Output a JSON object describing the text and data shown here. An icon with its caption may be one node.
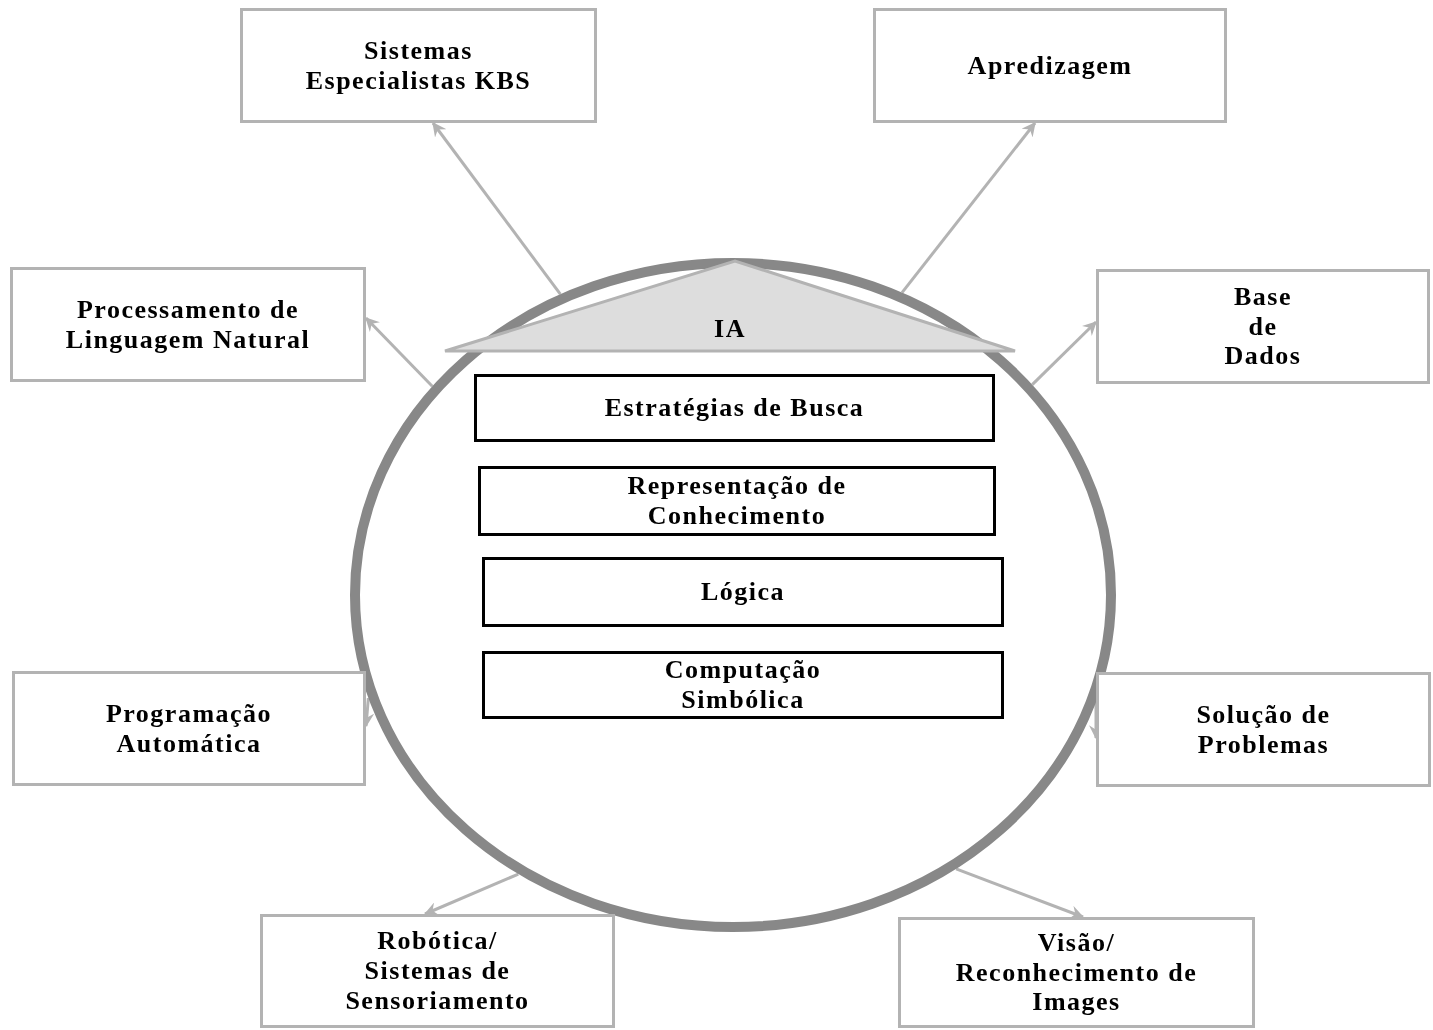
{
  "diagram": {
    "nodes": [
      {
        "text": [
          "Sistemas Especialistas KBS"
        ]
      },
      {
        "text": [
          "Apredizagem"
        ]
      },
      {
        "text": [
          "Processamento de Linguagem Natural"
        ]
      },
      {
        "text": [
          "Base de Dados"
        ]
      },
      {
        "text": [],
        "shape": "circle"
      },
      {
        "text": [
          "IA"
        ],
        "in": 4
      },
      {
        "text": [
          "Estratégias de Busca"
        ],
        "in": 4
      },
      {
        "text": [
          "Representação de Conhecimento"
        ],
        "in": 4
      },
      {
        "text": [
          "Lógica"
        ],
        "in": 4
      },
      {
        "text": [
          "Computação Simbólica"
        ],
        "in": 4
      },
      {
        "text": [
          "Programação Automática"
        ]
      },
      {
        "text": [
          "Solução de Problemas"
        ]
      },
      {
        "text": [
          "Robótica/ Sistemas de Sensoriamento"
        ]
      },
      {
        "text": [
          "Visão/ Reconhecimento de Images"
        ]
      }
    ],
    "edges": [
      {
        "from": 4,
        "to": 0,
        "arrow": "to"
      },
      {
        "from": 4,
        "to": 1,
        "arrow": "to"
      },
      {
        "from": 4,
        "to": 2,
        "arrow": "to"
      },
      {
        "from": 4,
        "to": 3,
        "arrow": "to"
      },
      {
        "from": 4,
        "to": 10,
        "arrow": "to"
      },
      {
        "from": 4,
        "to": 11,
        "arrow": "to"
      },
      {
        "from": 4,
        "to": 12,
        "arrow": "to"
      },
      {
        "from": 4,
        "to": 13,
        "arrow": "to"
      }
    ]
  }
}
